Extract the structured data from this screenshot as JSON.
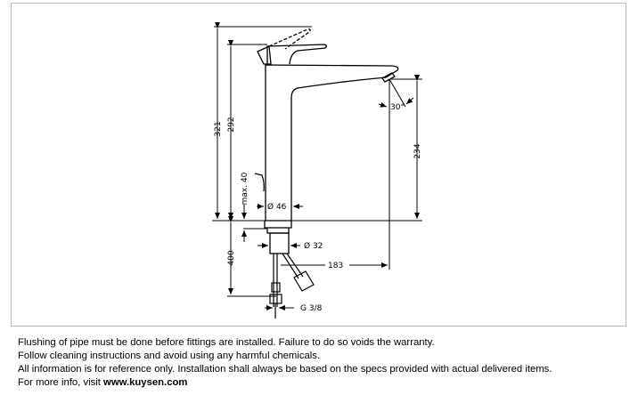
{
  "drawing": {
    "dims": {
      "total_height": "321",
      "spout_height": "292",
      "outlet_height": "234",
      "max_thickness": "max. 40",
      "body_diameter": "Ø 46",
      "shank_diameter": "Ø 32",
      "projection": "183",
      "hose_length": "400",
      "connection": "G 3/8",
      "angle": "30°"
    }
  },
  "notes": {
    "line1": "Flushing of pipe must be done before fittings are installed. Failure to do so voids the warranty.",
    "line2": "Follow cleaning instructions and avoid using any harmful chemicals.",
    "line3": "All information is for reference only. Installation shall always be based on the specs provided with actual delivered items.",
    "line4_prefix": "For more info, visit ",
    "website": "www.kuysen.com"
  }
}
